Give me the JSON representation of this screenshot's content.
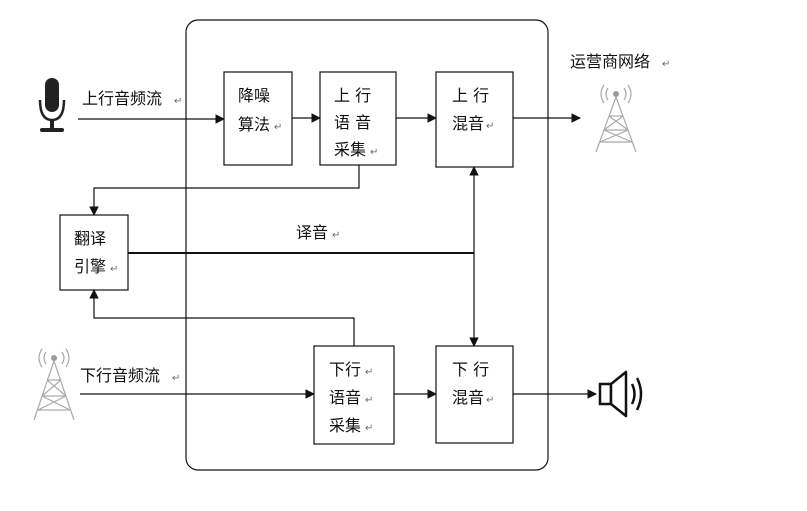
{
  "diagram": {
    "uplink_stream": "上行音频流",
    "downlink_stream": "下行音频流",
    "operator_network": "运营商网络",
    "translated_audio": "译音",
    "return_mark": "↵",
    "nodes": {
      "noise_reduction": [
        "降噪",
        "算法"
      ],
      "uplink_capture": [
        "上 行",
        "语 音",
        "采集"
      ],
      "uplink_mix": [
        "上 行",
        "混音"
      ],
      "translation_engine": [
        "翻译",
        "引擎"
      ],
      "downlink_capture": [
        "下行",
        "语音",
        "采集"
      ],
      "downlink_mix": [
        "下 行",
        "混音"
      ]
    }
  },
  "icons": {
    "microphone": "microphone-icon",
    "tower_top": "radio-tower-icon",
    "tower_bottom": "radio-tower-icon",
    "speaker": "speaker-icon"
  }
}
